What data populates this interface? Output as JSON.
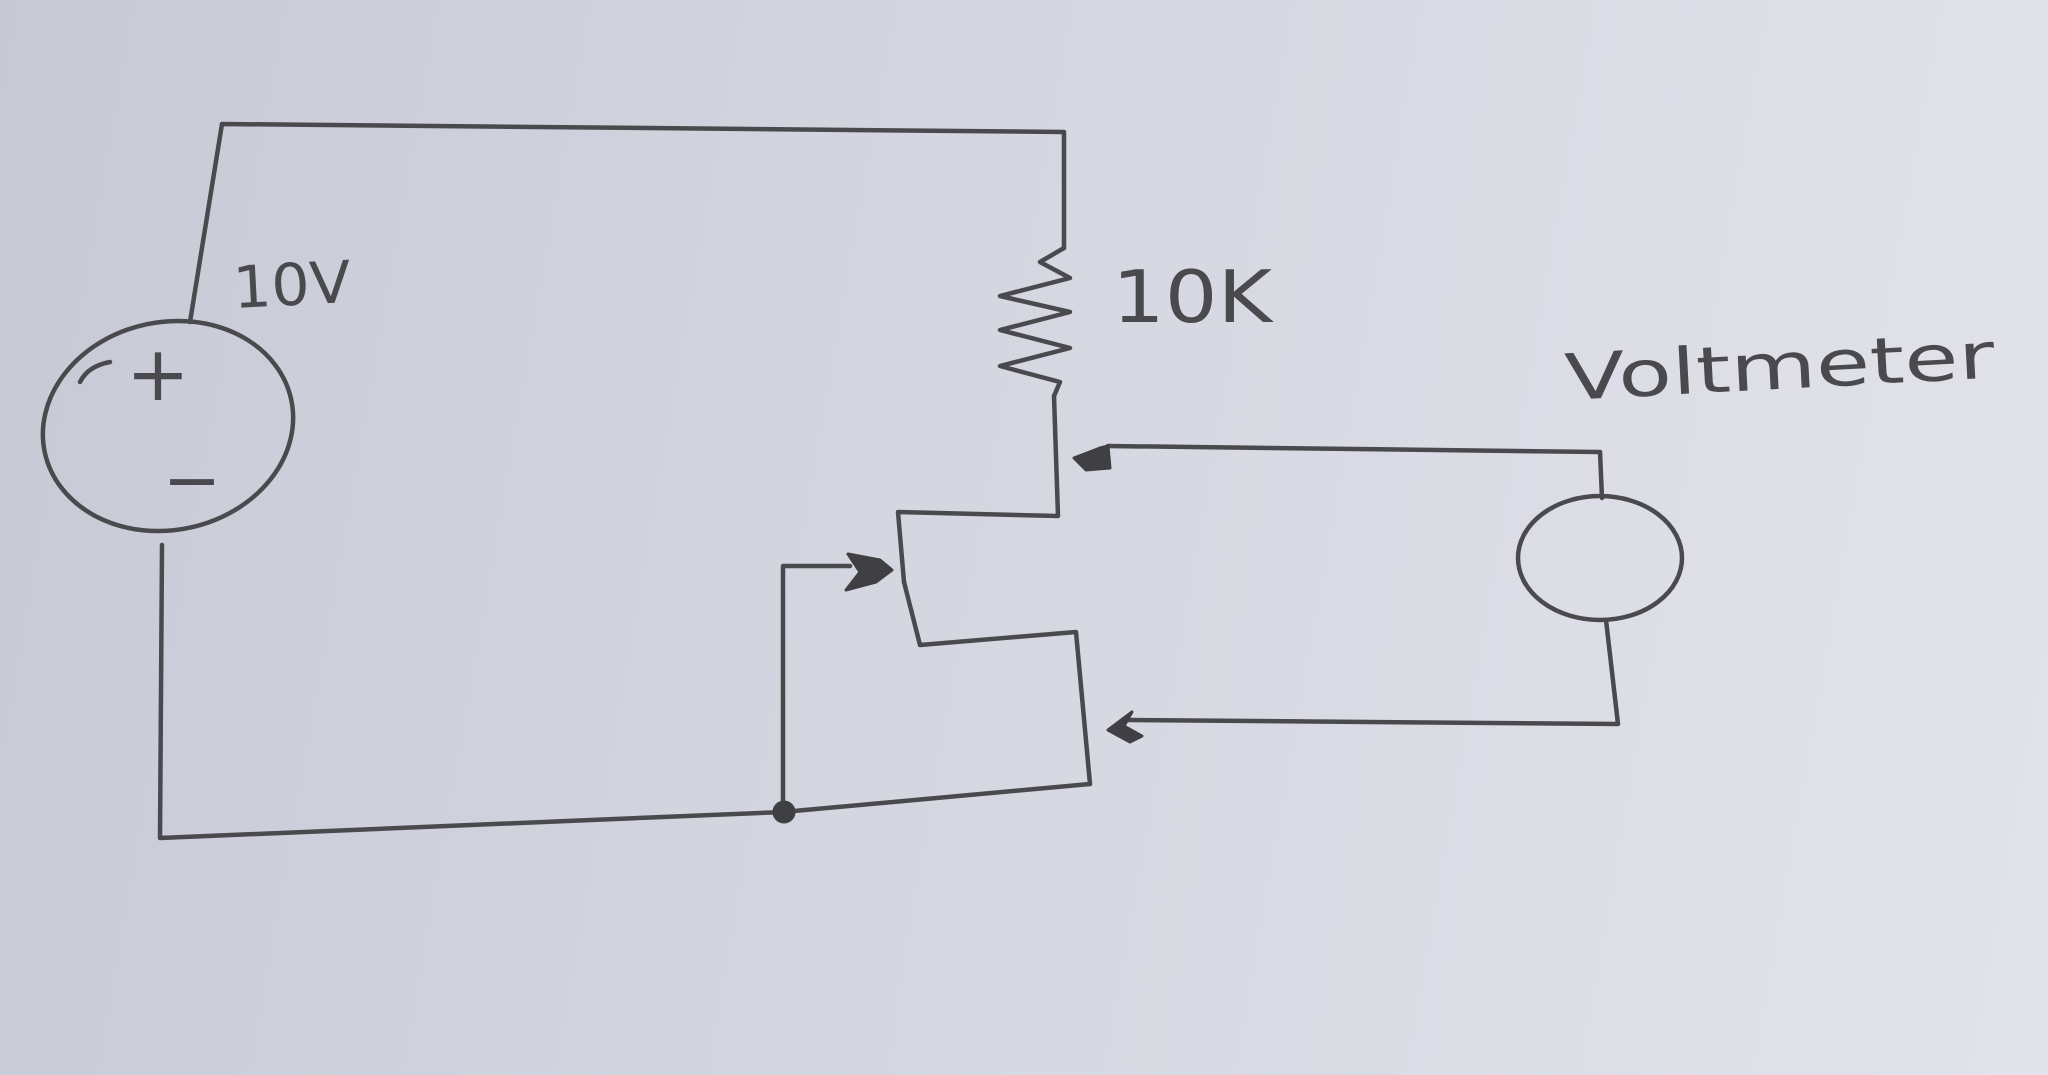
{
  "diagram": {
    "components": {
      "source": {
        "label": "10V",
        "plus_sign": "+",
        "minus_sign": "−"
      },
      "resistor": {
        "label": "10K"
      },
      "meter": {
        "label": "Voltmeter"
      }
    },
    "colors": {
      "paper": "#d4d6e0",
      "ink": "#4a4a4e"
    }
  }
}
